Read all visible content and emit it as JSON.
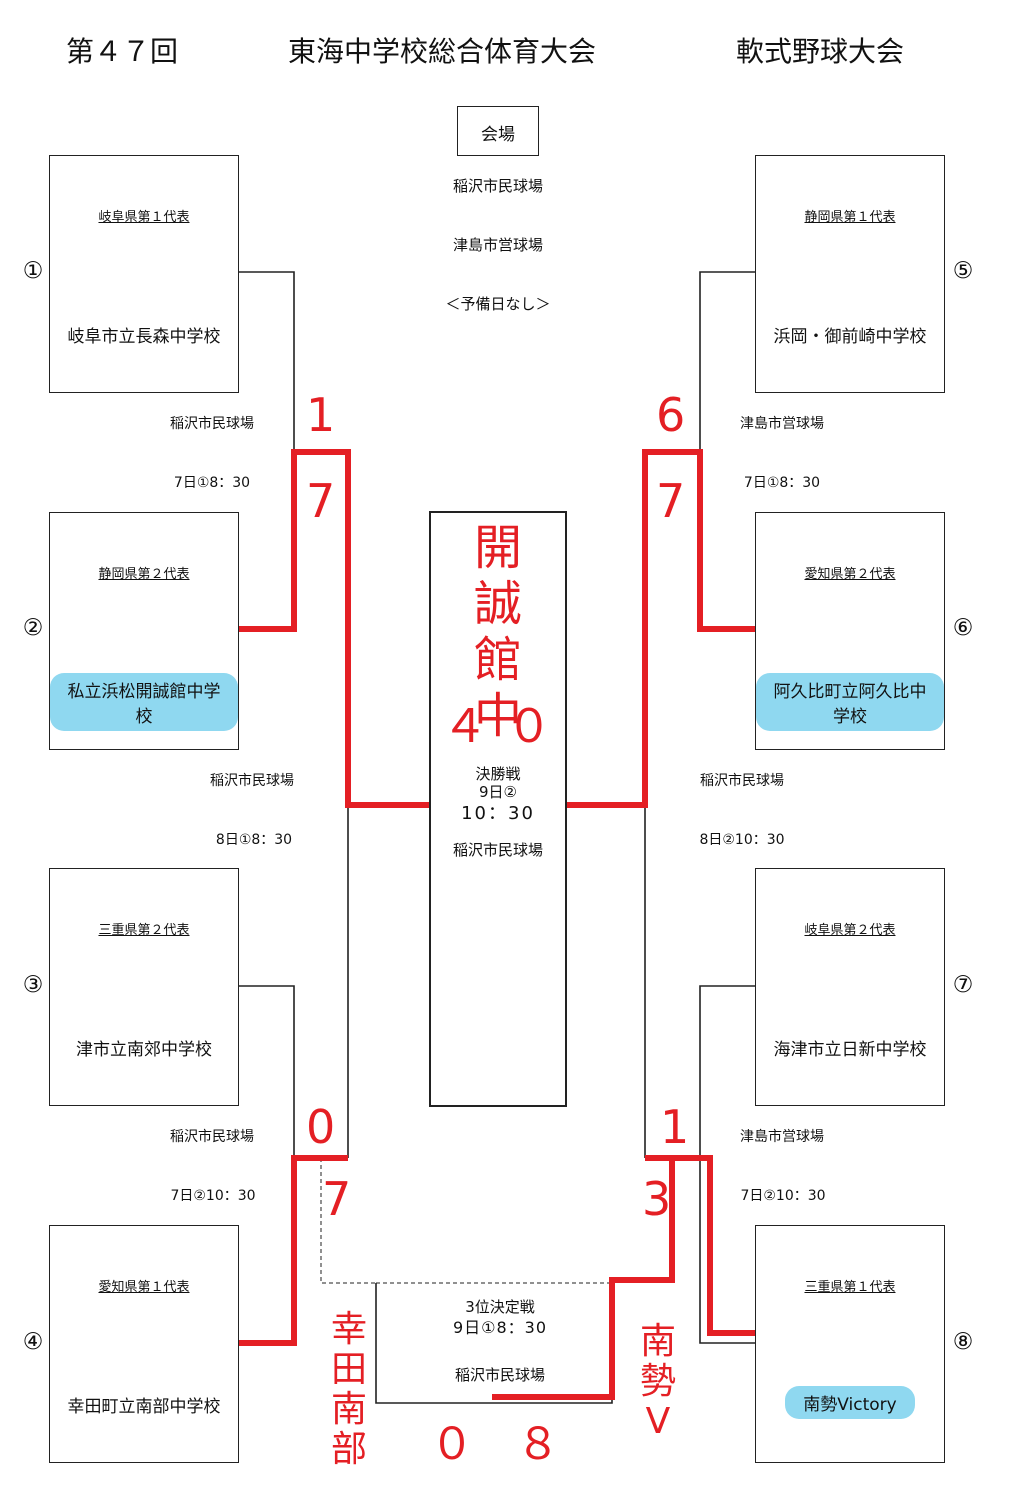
{
  "header": {
    "edition": "第４７回",
    "tournament": "東海中学校総合体育大会",
    "event": "軟式野球大会"
  },
  "venue_info": {
    "label": "会場",
    "venue1": "稲沢市民球場",
    "venue2": "津島市営球場",
    "note": "＜予備日なし＞"
  },
  "teams": [
    {
      "num": "①",
      "rep": "岐阜県第１代表",
      "name": "岐阜市立長森中学校",
      "highlighted": false
    },
    {
      "num": "②",
      "rep": "静岡県第２代表",
      "name": "私立浜松開誠館中学校",
      "highlighted": true
    },
    {
      "num": "③",
      "rep": "三重県第２代表",
      "name": "津市立南郊中学校",
      "highlighted": false
    },
    {
      "num": "④",
      "rep": "愛知県第１代表",
      "name": "幸田町立南部中学校",
      "highlighted": false
    },
    {
      "num": "⑤",
      "rep": "静岡県第１代表",
      "name": "浜岡・御前崎中学校",
      "highlighted": false
    },
    {
      "num": "⑥",
      "rep": "愛知県第２代表",
      "name": "阿久比町立阿久比中学校",
      "highlighted": true
    },
    {
      "num": "⑦",
      "rep": "岐阜県第２代表",
      "name": "海津市立日新中学校",
      "highlighted": false
    },
    {
      "num": "⑧",
      "rep": "三重県第１代表",
      "name": "南勢Victory",
      "highlighted": true
    }
  ],
  "matches": {
    "left_top": {
      "venue": "稲沢市民球場",
      "time": "7日①8：30"
    },
    "left_bottom": {
      "venue": "稲沢市民球場",
      "time": "7日②10：30"
    },
    "left_semi": {
      "venue": "稲沢市民球場",
      "time": "8日①8：30"
    },
    "right_top": {
      "venue": "津島市営球場",
      "time": "7日①8：30"
    },
    "right_bottom": {
      "venue": "津島市営球場",
      "time": "7日②10：30"
    },
    "right_semi": {
      "venue": "稲沢市民球場",
      "time": "8日②10：30"
    }
  },
  "final": {
    "title": "決勝戦",
    "day": "9日②",
    "time": "10：30",
    "venue": "稲沢市民球場"
  },
  "third_place": {
    "title": "3位決定戦",
    "time": "9日①8：30",
    "venue": "稲沢市民球場"
  },
  "handwritten": {
    "score_1": "1",
    "score_7a": "7",
    "score_6": "6",
    "score_7b": "7",
    "score_0a": "0",
    "score_7c": "7",
    "score_1b": "1",
    "score_3": "3",
    "winner": "開誠館中",
    "final_left": "４",
    "final_right": "０",
    "third_left_team": "幸田南部",
    "third_right_team": "南勢V",
    "third_left": "０",
    "third_right": "８"
  },
  "colors": {
    "accent": "#e41f24",
    "highlight": "#8fd8f0",
    "line": "#222222"
  }
}
